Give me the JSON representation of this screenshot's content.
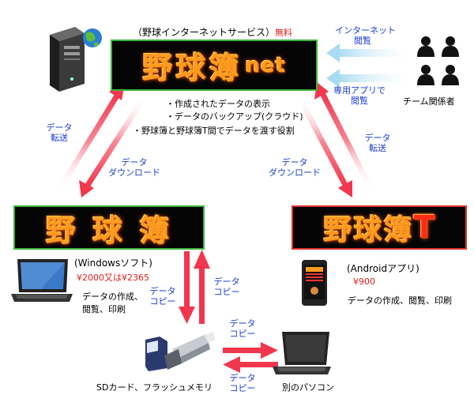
{
  "top_caption": "（野球インターネットサービス）",
  "top_free": "無料",
  "net_logo": {
    "main": "野球簿",
    "suffix": "net"
  },
  "net_features": [
    "・作成されたデータの表示",
    "・データのバックアップ(クラウド)",
    "・野球簿と野球簿T間でデータを渡す役割"
  ],
  "team": {
    "label": "チーム関係者",
    "browse_internet": [
      "インターネット",
      "閲覧"
    ],
    "browse_app": [
      "専用アプリで",
      "閲覧"
    ]
  },
  "left_upload": [
    "データ",
    "転送"
  ],
  "left_download": [
    "データ",
    "ダウンロード"
  ],
  "right_download": [
    "データ",
    "ダウンロード"
  ],
  "right_upload": [
    "データ",
    "転送"
  ],
  "yakyubo": {
    "logo": "野 球 簿",
    "platform": "(Windowsソフト)",
    "price": "¥2000又は¥2365",
    "desc": [
      "データの作成、",
      "閲覧、印刷"
    ]
  },
  "yakyubo_t": {
    "logo": "野球簿",
    "mark": "T",
    "platform": "(Androidアプリ)",
    "price": "¥900",
    "desc": "データの作成、閲覧、印刷"
  },
  "copy_down": [
    "データ",
    "コピー"
  ],
  "copy_up": [
    "データ",
    "コピー"
  ],
  "copy_right": [
    "データ",
    "コピー"
  ],
  "copy_left": [
    "データ",
    "コピー"
  ],
  "sd_label": "SDカード、フラッシュメモリ",
  "pc_label": "別のパソコン",
  "colors": {
    "arrow_red": "#f0374e",
    "arrow_blue": "#a8dcf2",
    "label_blue": "#1a3fd6",
    "price_red": "#e02020",
    "logo_fill": "#ff9a1e",
    "border_green": "#3cb43c",
    "border_red": "#e03030"
  }
}
